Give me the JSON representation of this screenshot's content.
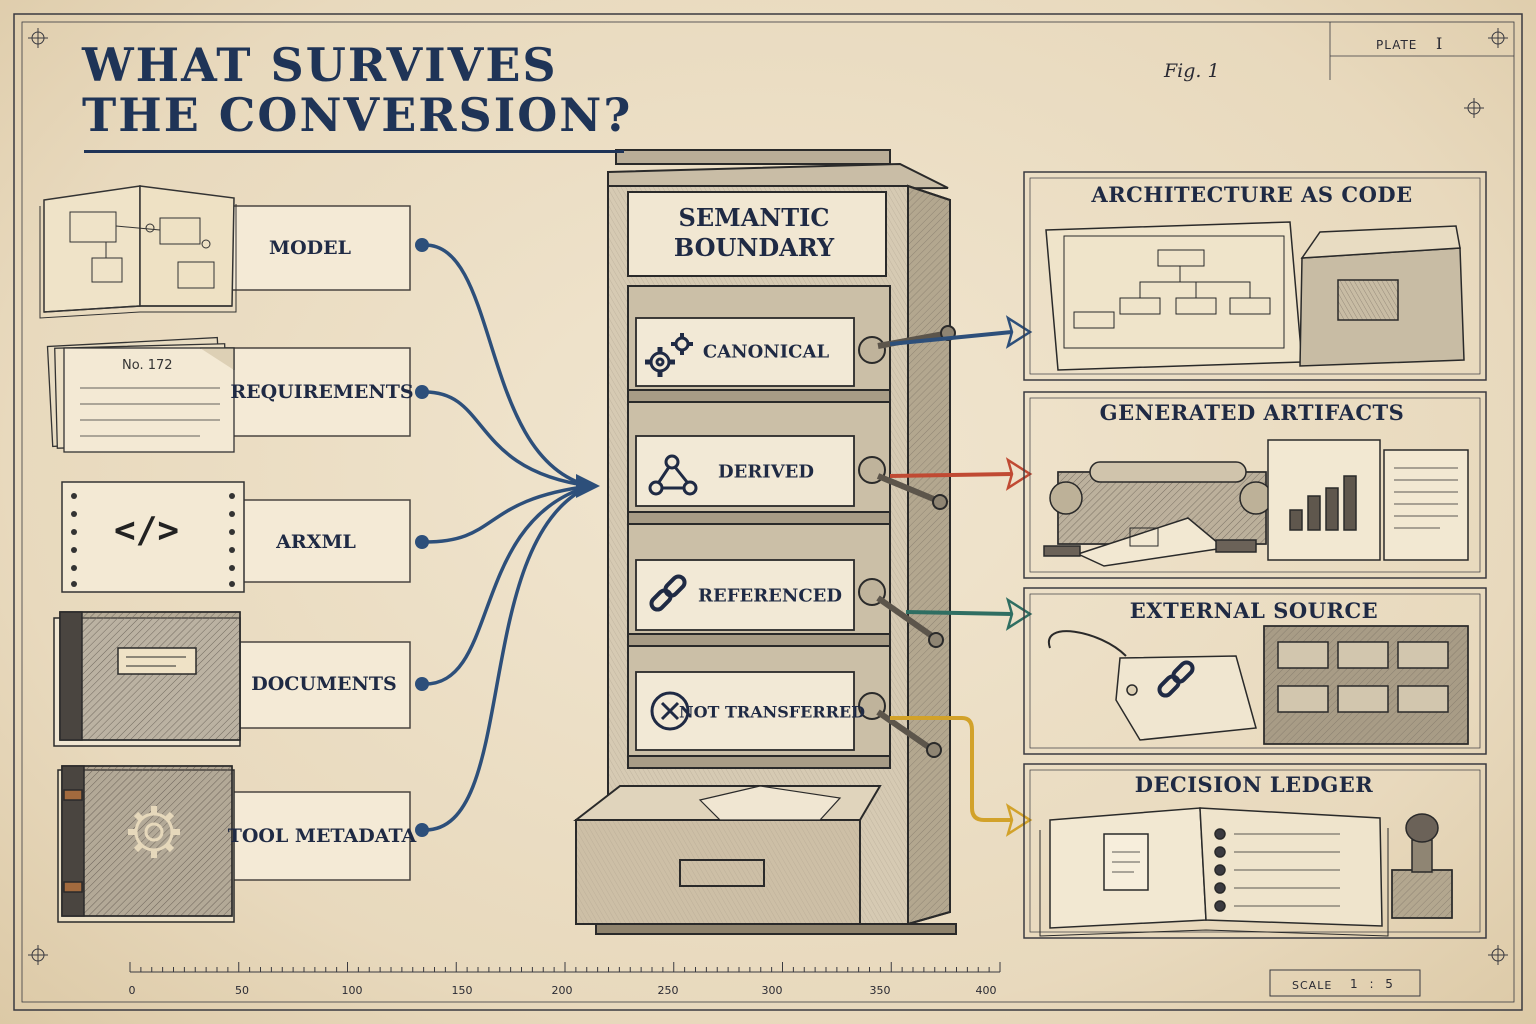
{
  "title": {
    "line1": "WHAT SURVIVES",
    "line2": "THE CONVERSION?"
  },
  "figure_label": "Fig. 1",
  "plate": {
    "label": "PLATE",
    "number": "I"
  },
  "inputs": [
    {
      "label": "MODEL",
      "icon": "open-blueprint-book-icon"
    },
    {
      "label": "REQUIREMENTS",
      "icon": "index-card-stack-icon",
      "card_number": "No. 172"
    },
    {
      "label": "ARXML",
      "icon": "punched-code-card-icon",
      "glyph": "</>"
    },
    {
      "label": "DOCUMENTS",
      "icon": "bound-folder-icon"
    },
    {
      "label": "TOOL METADATA",
      "icon": "gear-binder-icon"
    }
  ],
  "boundary": {
    "line1": "SEMANTIC",
    "line2": "BOUNDARY"
  },
  "categories": [
    {
      "label": "CANONICAL",
      "icon": "gears-icon",
      "arrow_color": "#2d4f7a",
      "target": "ARCHITECTURE AS CODE"
    },
    {
      "label": "DERIVED",
      "icon": "branch-nodes-icon",
      "arrow_color": "#c04a33",
      "target": "GENERATED ARTIFACTS"
    },
    {
      "label": "REFERENCED",
      "icon": "chain-link-icon",
      "arrow_color": "#2f6e62",
      "target": "EXTERNAL SOURCE"
    },
    {
      "label": "NOT TRANSFERRED",
      "icon": "circled-x-icon",
      "arrow_color": "#d2a22a",
      "target": "DECISION LEDGER"
    }
  ],
  "outputs": [
    {
      "title": "ARCHITECTURE AS CODE",
      "icon": "blueprint-and-card-file-icon"
    },
    {
      "title": "GENERATED ARTIFACTS",
      "icon": "printing-press-icon"
    },
    {
      "title": "EXTERNAL SOURCE",
      "icon": "tag-and-cabinet-icon"
    },
    {
      "title": "DECISION LEDGER",
      "icon": "ledger-and-stamp-icon"
    }
  ],
  "ruler": {
    "ticks": [
      "0",
      "50",
      "100",
      "150",
      "200",
      "250",
      "300",
      "350",
      "400"
    ]
  },
  "scale": {
    "label": "SCALE",
    "value": "1 : 5"
  },
  "colors": {
    "ink": "#1f3457",
    "paper": "#ecdfc6",
    "red": "#c04a33",
    "teal": "#2f6e62",
    "gold": "#d2a22a"
  }
}
